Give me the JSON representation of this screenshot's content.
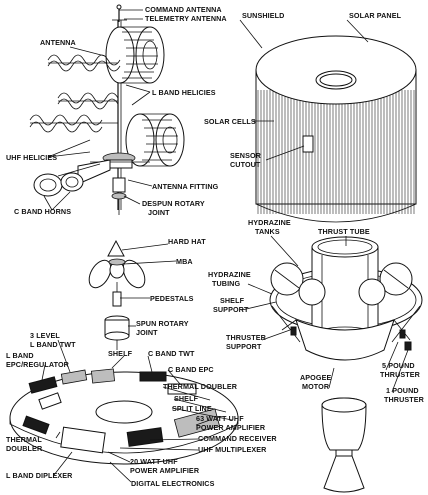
{
  "labels": {
    "command_antenna": "COMMAND ANTENNA",
    "telemetry_antenna": "TELEMETRY ANTENNA",
    "antenna": "ANTENNA",
    "l_band_helicies": "L BAND HELICIES",
    "uhf_helicies": "UHF HELICIES",
    "antenna_fitting": "ANTENNA FITTING",
    "c_band_horns": "C BAND HORNS",
    "despun_rotary_joint_1": "DESPUN ROTARY",
    "despun_rotary_joint_2": "JOINT",
    "sunshield": "SUNSHIELD",
    "solar_panel": "SOLAR PANEL",
    "solar_cells": "SOLAR CELLS",
    "sensor_cutout_1": "SENSOR",
    "sensor_cutout_2": "CUTOUT",
    "hard_hat": "HARD HAT",
    "mba": "MBA",
    "pedestals": "PEDESTALS",
    "spun_rotary_joint_1": "SPUN ROTARY",
    "spun_rotary_joint_2": "JOINT",
    "hydrazine_tanks_1": "HYDRAZINE",
    "hydrazine_tanks_2": "TANKS",
    "thrust_tube": "THRUST TUBE",
    "hydrazine_tubing_1": "HYDRAZINE",
    "hydrazine_tubing_2": "TUBING",
    "shelf_support_1": "SHELF",
    "shelf_support_2": "SUPPORT",
    "thruster_support_1": "THRUSTER",
    "thruster_support_2": "SUPPORT",
    "apogee_motor_1": "APOGEE",
    "apogee_motor_2": "MOTOR",
    "five_pound_thruster_1": "5 POUND",
    "five_pound_thruster_2": "THRUSTER",
    "one_pound_thruster_1": "1 POUND",
    "one_pound_thruster_2": "THRUSTER",
    "three_level_l_band_twt_1": "3 LEVEL",
    "three_level_l_band_twt_2": "L BAND TWT",
    "l_band_epc_regulator_1": "L BAND",
    "l_band_epc_regulator_2": "EPC/REGULATOR",
    "shelf_top": "SHELF",
    "c_band_twt": "C BAND TWT",
    "c_band_epc": "C BAND EPC",
    "thermal_doubler_right": "THERMAL DOUBLER",
    "shelf_right": "SHELF",
    "split_line": "SPLIT LINE",
    "uhf_power_amplifier_63_1": "63 WATT UHF",
    "uhf_power_amplifier_63_2": "POWER AMPLIFIER",
    "command_receiver": "COMMAND RECEIVER",
    "uhf_multiplexer": "UHF MULTIPLEXER",
    "uhf_power_amplifier_20_1": "20 WATT UHF",
    "uhf_power_amplifier_20_2": "POWER AMPLIFIER",
    "digital_electronics": "DIGITAL ELECTRONICS",
    "thermal_doubler_left_1": "THERMAL",
    "thermal_doubler_left_2": "DOUBLER",
    "l_band_diplexer": "L BAND DIPLEXER"
  }
}
